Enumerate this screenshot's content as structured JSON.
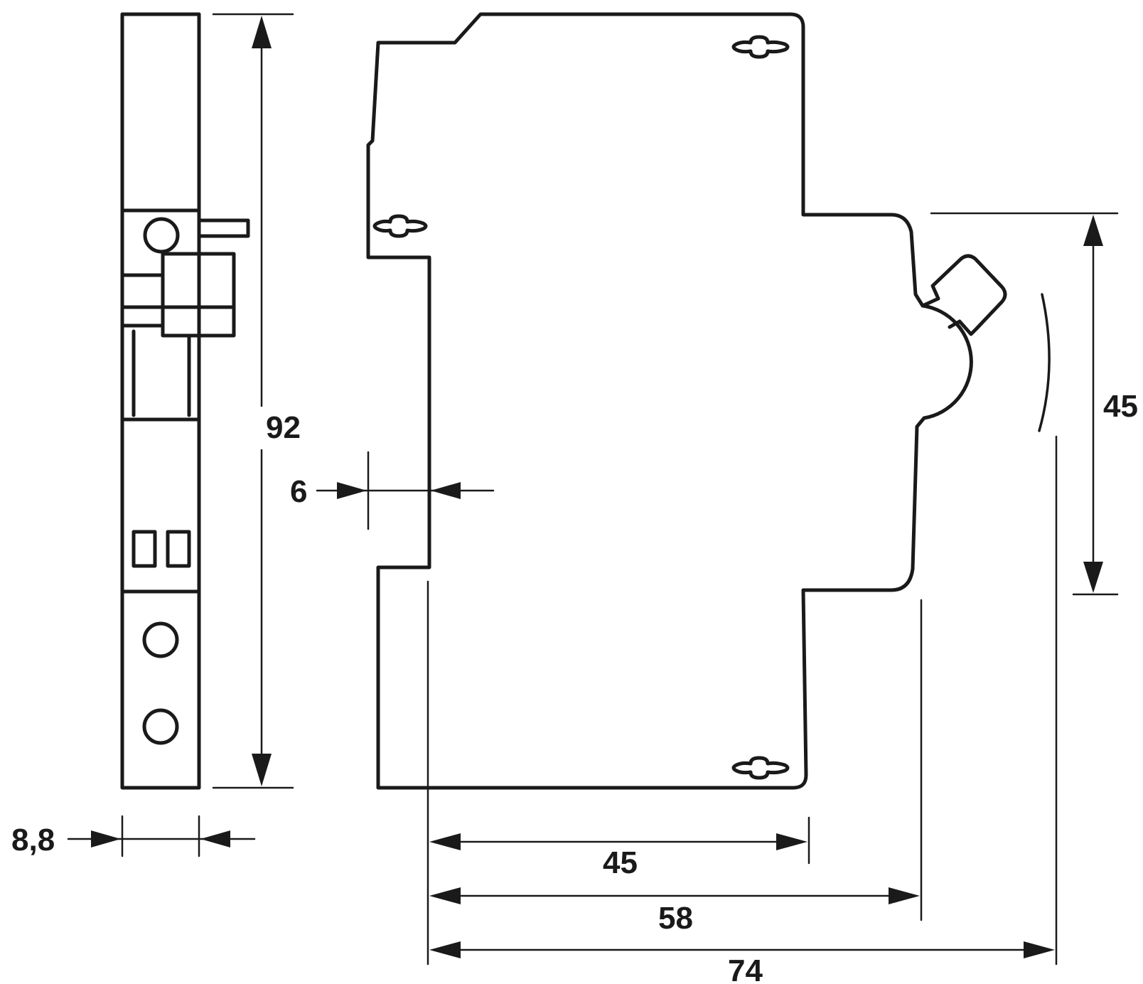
{
  "drawing": {
    "dimensions": {
      "module_width": "8,8",
      "height": "92",
      "rail_offset": "6",
      "depth_front": "45",
      "depth_shoulder": "58",
      "depth_total": "74",
      "front_height": "45"
    },
    "line_color": "#1a1a1a",
    "background_color": "#ffffff"
  }
}
